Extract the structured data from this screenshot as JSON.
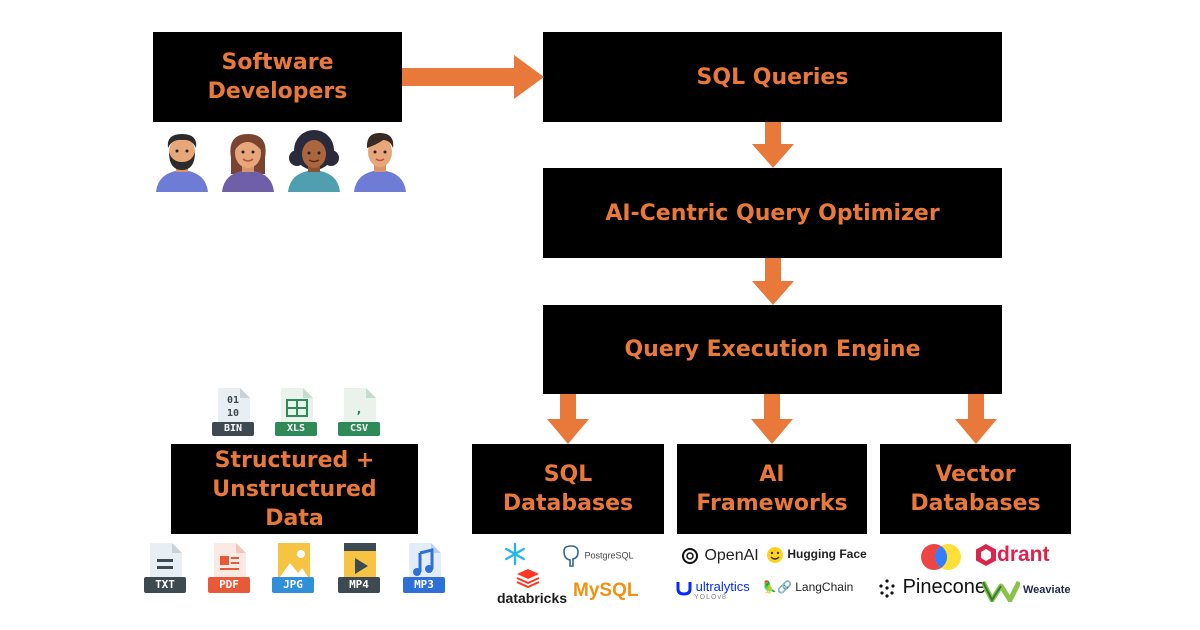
{
  "colors": {
    "accent": "#E8793A",
    "box": "#000000",
    "skin": "#e7a77b"
  },
  "nodes": {
    "developers": [
      "Software",
      "Developers"
    ],
    "sql_queries": "SQL Queries",
    "optimizer": "AI-Centric Query Optimizer",
    "engine": "Query Execution Engine",
    "data": [
      "Structured +",
      "Unstructured Data"
    ],
    "sql_db": [
      "SQL",
      "Databases"
    ],
    "ai_fw": [
      "AI",
      "Frameworks"
    ],
    "vector_db": [
      "Vector",
      "Databases"
    ]
  },
  "file_icons_top": [
    {
      "label": "BIN",
      "color": "#3d4a52",
      "icon": "binary-file-icon",
      "glyph": "01\n10"
    },
    {
      "label": "XLS",
      "color": "#2e8b57",
      "icon": "spreadsheet-file-icon"
    },
    {
      "label": "CSV",
      "color": "#2e8b57",
      "icon": "csv-file-icon"
    }
  ],
  "file_icons_bottom": [
    {
      "label": "TXT",
      "color": "#3d4a52",
      "icon": "text-file-icon"
    },
    {
      "label": "PDF",
      "color": "#e8593a",
      "icon": "pdf-file-icon"
    },
    {
      "label": "JPG",
      "color": "#2f8fd8",
      "icon": "image-file-icon"
    },
    {
      "label": "MP4",
      "color": "#3d4a52",
      "icon": "video-file-icon"
    },
    {
      "label": "MP3",
      "color": "#2f6fd8",
      "icon": "audio-file-icon"
    }
  ],
  "logos": {
    "sql": {
      "postgres": "PostgreSQL",
      "databricks": "databricks",
      "mysql": "MySQL"
    },
    "ai": {
      "openai": "OpenAI",
      "huggingface": "Hugging Face",
      "ultralytics": "ultralytics",
      "ultralytics_sub": "YOLOv8",
      "langchain": "LangChain"
    },
    "vector": {
      "qdrant": "drant",
      "pinecone": "Pinecone",
      "weaviate": "Weaviate"
    }
  },
  "icons": {
    "developers": [
      "developer-man-bearded-icon",
      "developer-woman-icon",
      "developer-woman-curly-icon",
      "developer-man-icon"
    ]
  }
}
